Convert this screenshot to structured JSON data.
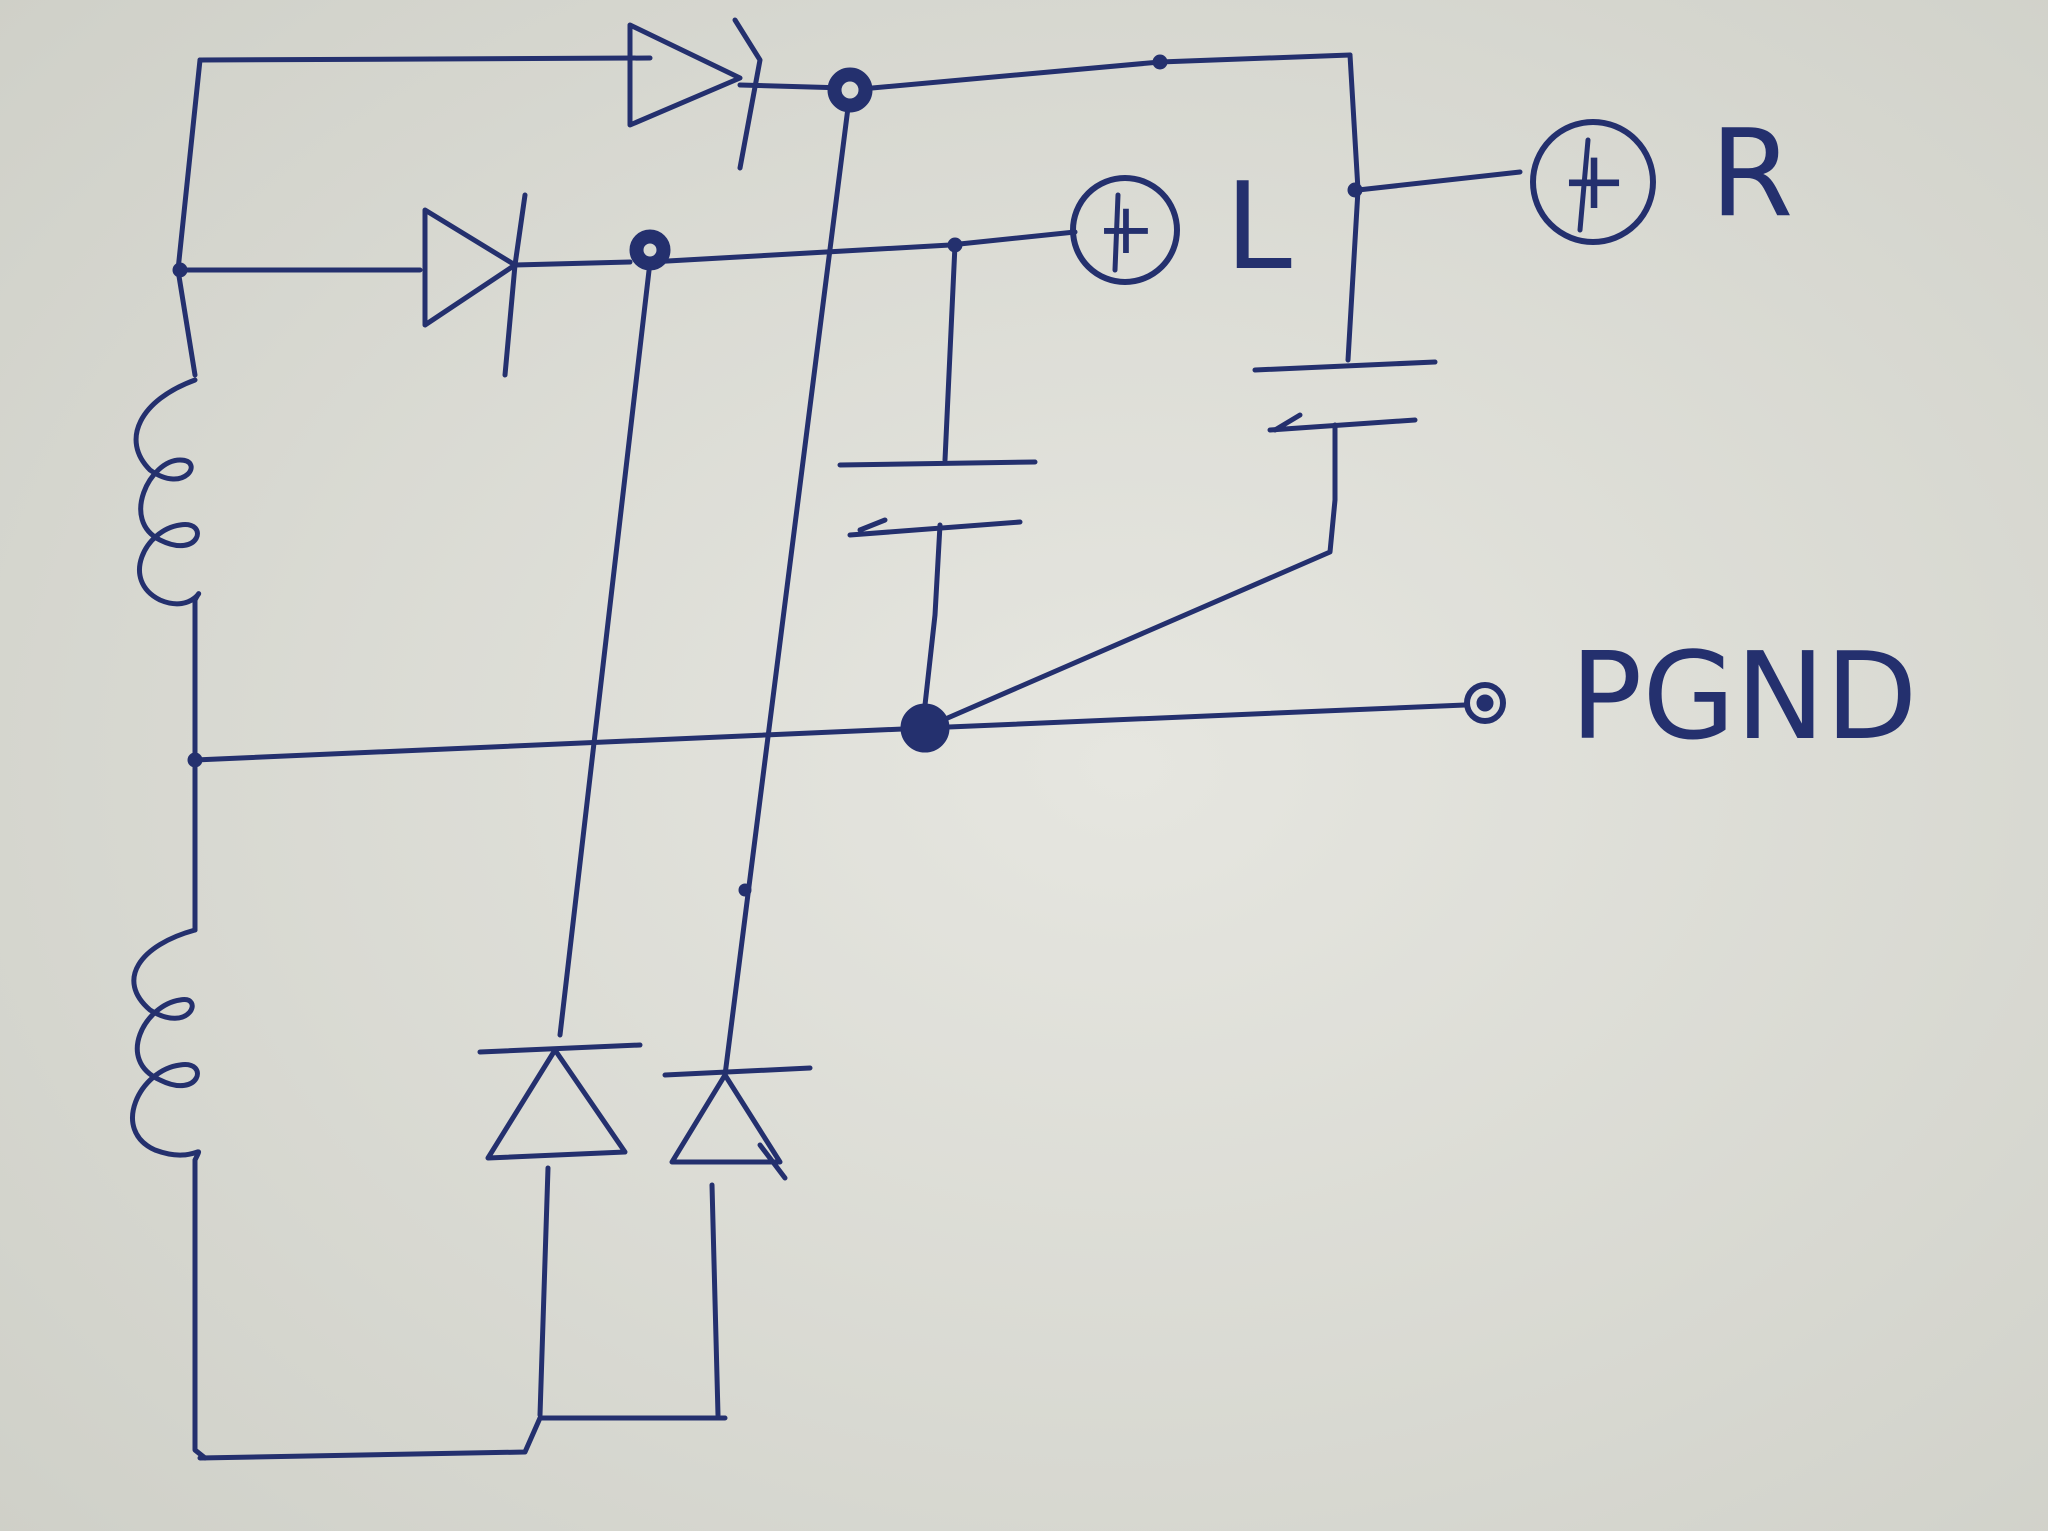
{
  "diagram": {
    "ink_color": "#24306e",
    "paper_color": "#d8d9d2",
    "labels": {
      "left_output": "L",
      "right_output": "R",
      "ground": "PGND"
    },
    "terminal_symbols": {
      "left_output": "+",
      "right_output": "+"
    }
  }
}
